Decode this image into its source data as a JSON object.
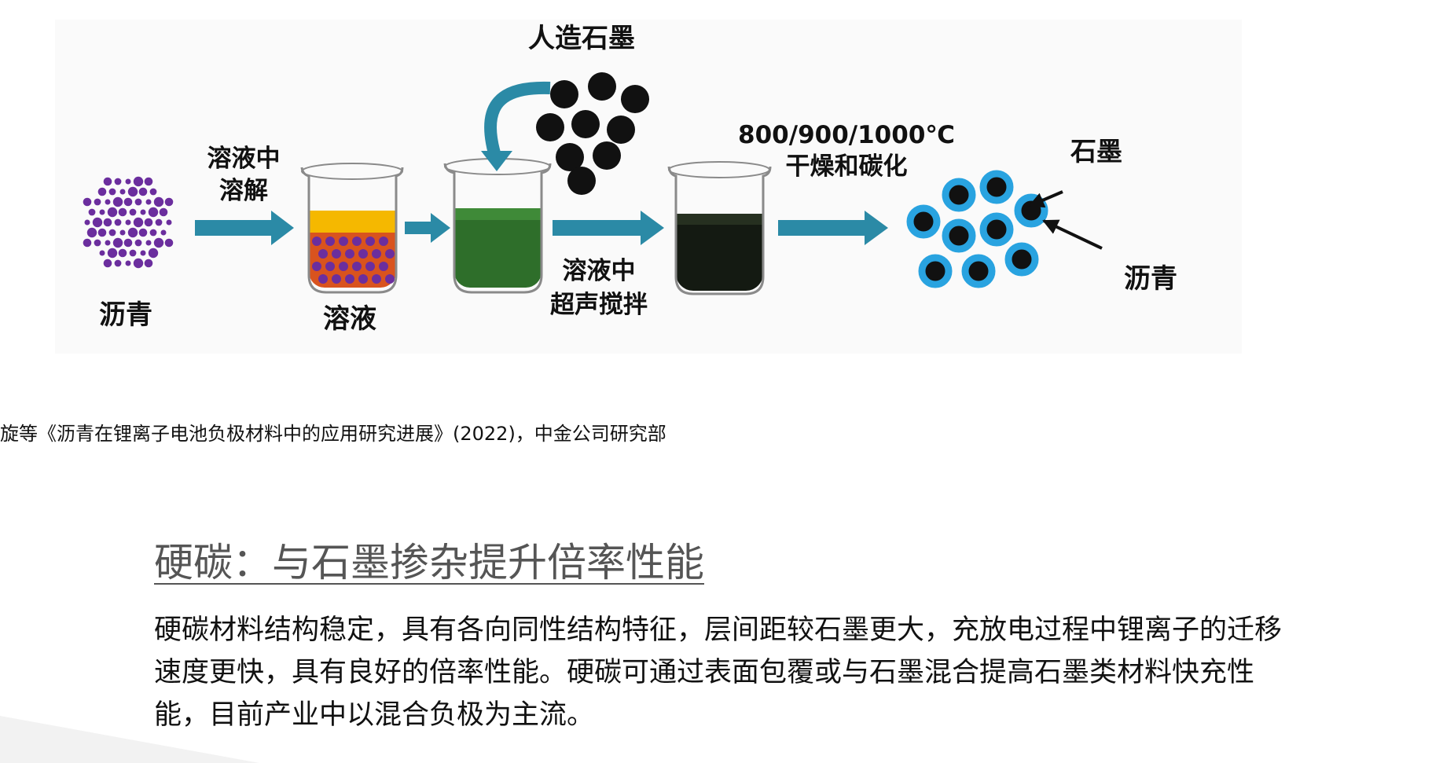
{
  "figure": {
    "labels": {
      "pitch": "沥青",
      "dissolve_line1": "溶液中",
      "dissolve_line2": "溶解",
      "solution": "溶液",
      "artificial_graphite": "人造石墨",
      "ultrasonic_line1": "溶液中",
      "ultrasonic_line2": "超声搅拌",
      "temperature": "800/900/1000℃",
      "dry_carbonize": "干燥和碳化",
      "graphite": "石墨",
      "pitch_coating": "沥青"
    },
    "colors": {
      "arrow": "#2b8aa6",
      "pitch_particle": "#6b2e9e",
      "solution_top": "#f5b800",
      "solution_bottom": "#d9531e",
      "green_liquid": "#2e6e2a",
      "dark_liquid": "#141a12",
      "coating": "#29a3e0"
    }
  },
  "source": "旋等《沥青在锂离子电池负极材料中的应用研究进展》(2022)，中金公司研究部",
  "section": {
    "title": "硬碳：与石墨掺杂提升倍率性能",
    "body_lines": [
      "硬碳材料结构稳定，具有各向同性结构特征，层间距较石墨更大，充放电过程中锂离子的迁移",
      "速度更快，具有良好的倍率性能。硬碳可通过表面包覆或与石墨混合提高石墨类材料快充性",
      "能，目前产业中以混合负极为主流。"
    ]
  }
}
